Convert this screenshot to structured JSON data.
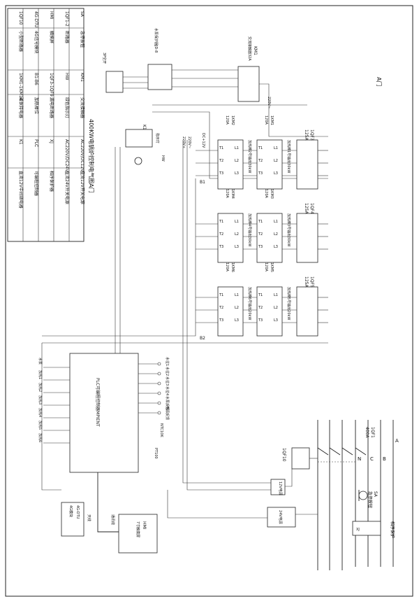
{
  "title": "400KW电锅炉控制电气图A门",
  "door_label": "A门",
  "legend": [
    {
      "code": "SA",
      "name": "急停按钮",
      "code2": "KM1",
      "name2": "交流接触器",
      "code3": "AC220V/DC12V",
      "name3": "直流12V开关电源"
    },
    {
      "code": "1QF1-2",
      "name": "断路器",
      "code2": "HW",
      "name2": "绿色指示灯",
      "code3": "AC220V/DC24V",
      "name3": "直流24V开关电源"
    },
    {
      "code": "HMI",
      "name": "触摸屏",
      "code2": "1QF3-1QF9",
      "name2": "漏电断路器",
      "code3": "XJ",
      "name3": "相序保护器"
    },
    {
      "code": "4G-DTU",
      "name": "4G信号模块",
      "code2": "B1-B6",
      "name2": "加热棒位",
      "code3": "PLC",
      "name3": "可编程控制器"
    },
    {
      "code": "1QF10",
      "name": "小型断路器",
      "code2": "1KM1-1KM14",
      "name2": "磁保持电器",
      "code3": "K1",
      "name3": "直流12V中间继电器"
    }
  ],
  "phases": [
    "A",
    "B",
    "C",
    "N"
  ],
  "main_breaker": {
    "tag": "1QF1",
    "rating": "400A"
  },
  "estop": {
    "tag": "SA",
    "label": "急停按钮"
  },
  "phase_protector": {
    "tag": "XJ",
    "label": "相序保护"
  },
  "small_breaker": {
    "tag": "1QF10"
  },
  "psu12": {
    "label": "12V电源"
  },
  "psu24": {
    "label": "24V电源"
  },
  "top": {
    "km1": {
      "tag": "KM1",
      "desc": "交流接触器32A"
    },
    "pump_protector": {
      "label": "水泵保护器JD-8"
    },
    "pump_switch": {
      "label": "3P空开"
    },
    "k1": {
      "tag": "K1"
    },
    "indicator": {
      "tag": "HW",
      "label": "指示灯"
    },
    "v220": "220V~",
    "v220_b": "220V~",
    "v220_c": "220V+",
    "dc12": "DC+12V"
  },
  "bus_labels": {
    "b1": "B1",
    "b2": "B2"
  },
  "heater_groups": [
    {
      "qf": "1QF3",
      "qf_rating": "125A",
      "contactors": [
        {
          "tag": "1KM1",
          "rating": "120A",
          "heater": "加热棒1号输出30kW"
        },
        {
          "tag": "1KM2",
          "rating": "120A",
          "heater": "加热棒2号输出30kW"
        }
      ]
    },
    {
      "qf": "1QF4",
      "qf_rating": "125A",
      "contactors": [
        {
          "tag": "1KM3",
          "rating": "120A",
          "heater": "加热棒3号输出30kW"
        },
        {
          "tag": "1KM4",
          "rating": "120A",
          "heater": "加热棒4号输出30kW"
        }
      ]
    },
    {
      "qf": "1QF5",
      "qf_rating": "125A",
      "contactors": [
        {
          "tag": "1KM5",
          "rating": "120A",
          "heater": "加热棒5号输出20kW"
        },
        {
          "tag": "1KM6",
          "rating": "120A",
          "heater": "加热棒6号输出20kW"
        }
      ]
    }
  ],
  "terminals": [
    "T1",
    "T2",
    "T3"
  ],
  "lines": [
    "L1",
    "L2",
    "L3"
  ],
  "plc": {
    "label": "PLC可编程控制器MPIENT"
  },
  "plc_inputs": [
    "水位1",
    "水位2",
    "水位3",
    "水位4",
    "水泵反馈",
    "电源反馈"
  ],
  "sensors": [
    "NTC10K",
    "PT100"
  ],
  "hmi": {
    "tag": "HMI",
    "label": "7寸触摸屏"
  },
  "dtu": {
    "tag": "4G-DTU",
    "label": "4G模块"
  },
  "left_outputs": [
    "水泵",
    "加热1",
    "加热2",
    "加热3",
    "加热4",
    "加热5",
    "加热6"
  ],
  "annot": {
    "antenna": "天线",
    "comm": "通讯线"
  }
}
